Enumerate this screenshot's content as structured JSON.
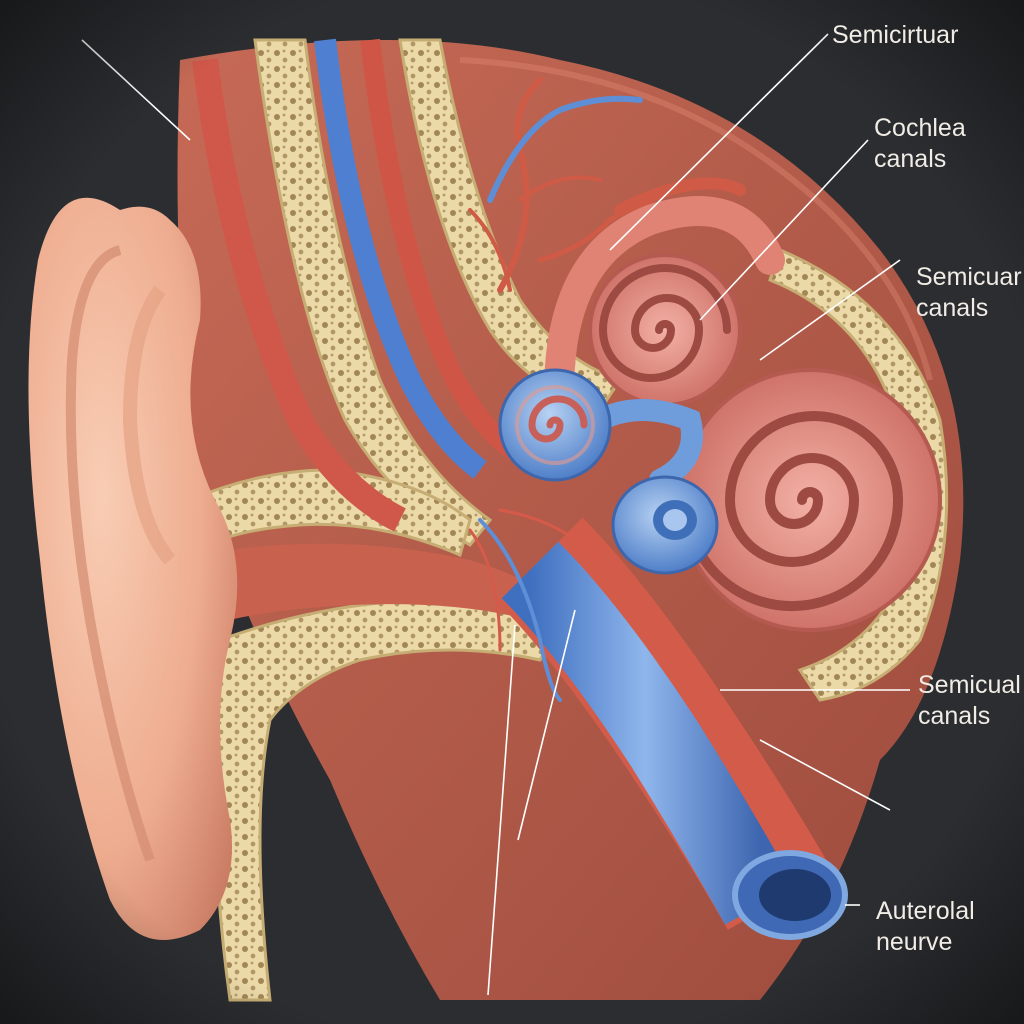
{
  "colors": {
    "background": "#2b2d30",
    "label_text": "#f1ece6",
    "skin": "#f3b99c",
    "bone": "#e7d3a2",
    "artery": "#d95a4b",
    "vein": "#5e8fd6",
    "cochlea": "#e38f86",
    "vestibule": "#7fa8e0"
  },
  "labels": {
    "semicircular_top": "Semicirtuar",
    "cochlea_canals": "Cochlea\ncanals",
    "semicircular_mid": "Semicuar\ncanals",
    "semicircular_low": "Semicual\ncanals",
    "auditory_nerve": "Auterolal\nneurve"
  }
}
